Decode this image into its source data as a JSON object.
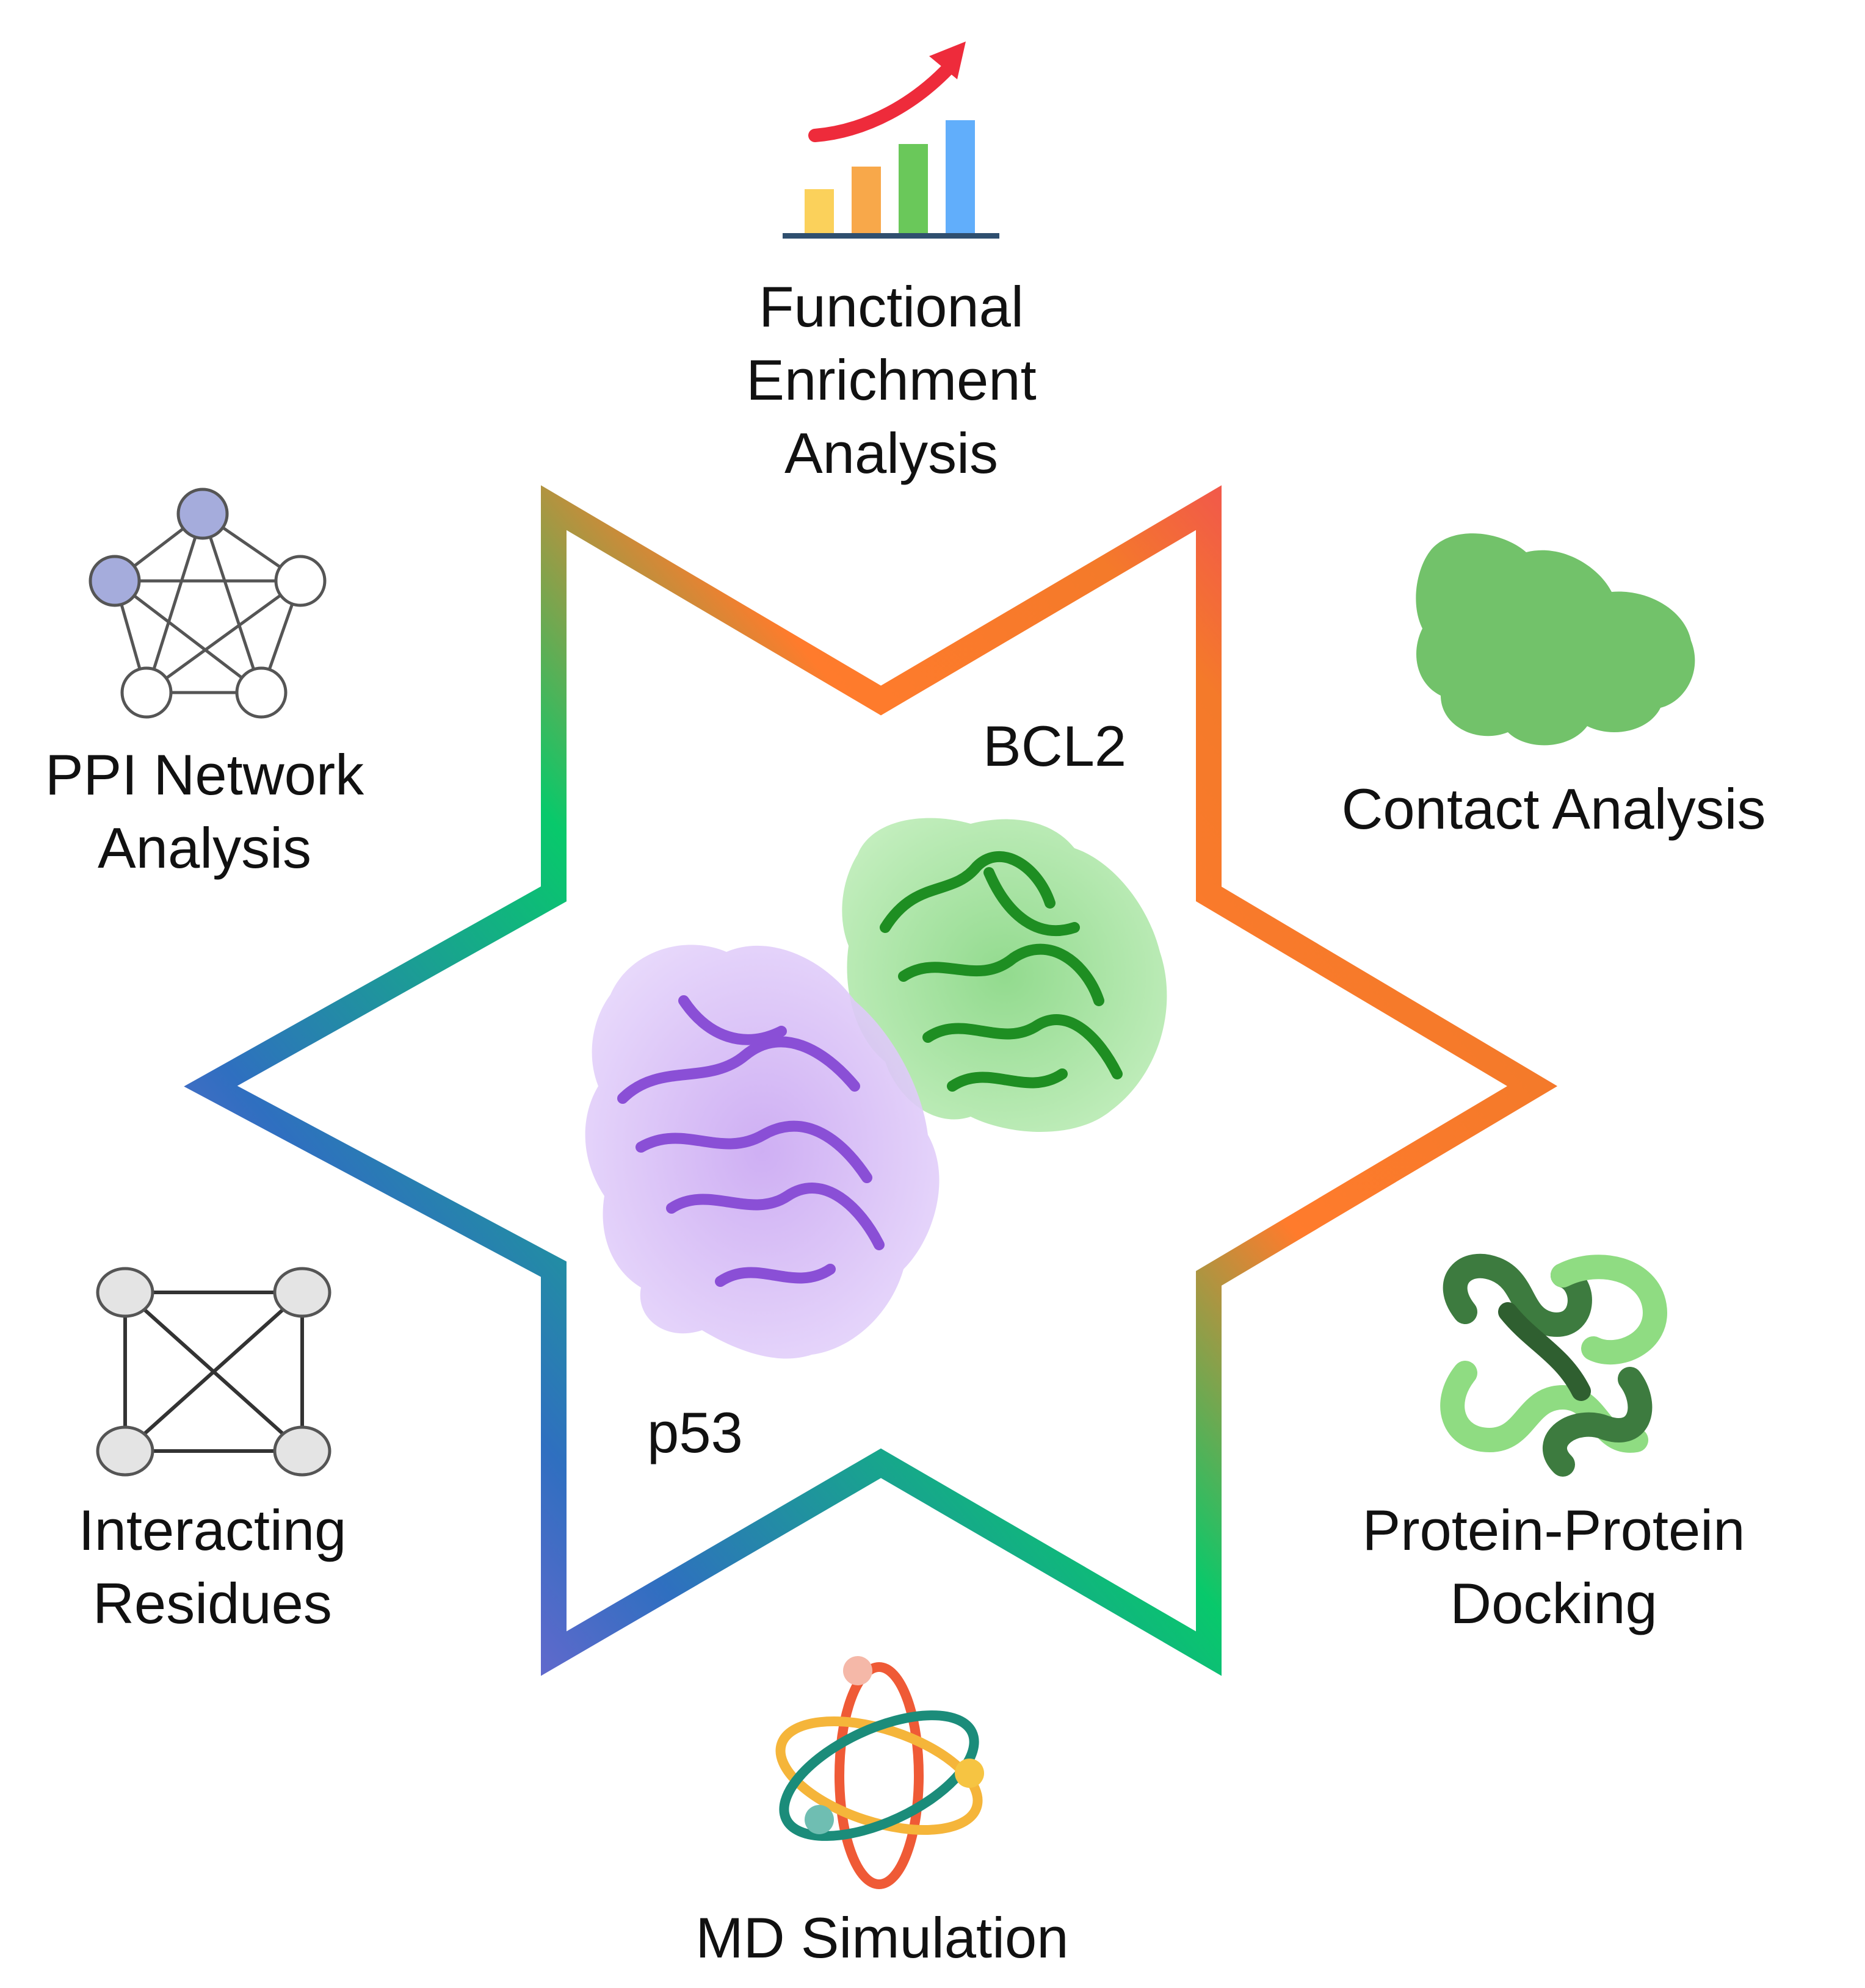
{
  "center": {
    "protein_a_label": "BCL2",
    "protein_b_label": "p53",
    "protein_a_color": "#1f9d24",
    "protein_b_color": "#8a4fd6"
  },
  "star": {
    "gradient_colors": [
      "#f47a2a",
      "#ee1c84",
      "#ff7b2c",
      "#08c96b",
      "#2f6fc0",
      "#b15fe0",
      "#2fb06f"
    ]
  },
  "nodes": {
    "functional_enrichment": {
      "icon": "bar-chart-growth-icon",
      "line1": "Functional",
      "line2": "Enrichment",
      "line3": "Analysis"
    },
    "contact_analysis": {
      "icon": "protein-surface-icon",
      "line1": "Contact Analysis"
    },
    "protein_protein_docking": {
      "icon": "protein-ribbon-icon",
      "line1": "Protein-Protein",
      "line2": "Docking"
    },
    "md_simulation": {
      "icon": "atom-orbit-icon",
      "line1": "MD Simulation"
    },
    "interacting_residues": {
      "icon": "square-graph-icon",
      "line1": "Interacting",
      "line2": "Residues"
    },
    "ppi_network": {
      "icon": "pentagon-network-icon",
      "line1": "PPI Network",
      "line2": "Analysis"
    }
  }
}
